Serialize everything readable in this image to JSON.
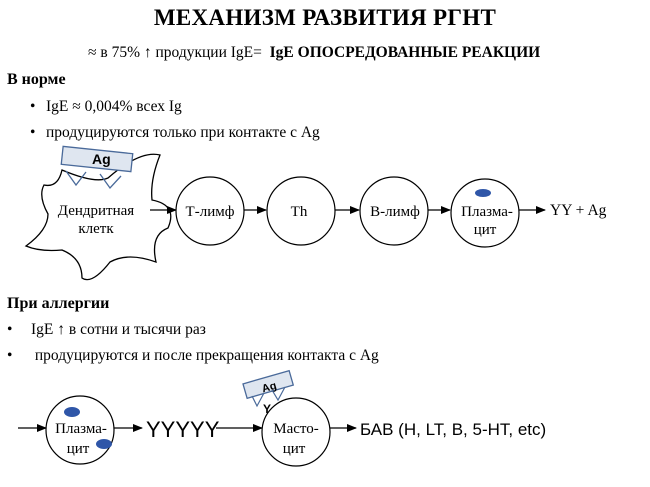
{
  "slide": {
    "title": "МЕХАНИЗМ РАЗВИТИЯ РГНТ",
    "subtitle_prefix": "≈ в 75% ↑ продукции IgE=",
    "subtitle_bold": "IgE ОПОСРЕДОВАННЫЕ РЕАКЦИИ"
  },
  "normal": {
    "heading": "В норме",
    "items": [
      "IgE ≈ 0,004% всех Ig",
      "продуцируются только при контакте с Ag"
    ],
    "antigen_label": "Ag",
    "chain": [
      {
        "line1": "Дендритная",
        "line2": "клетк"
      },
      {
        "line1": "Т-лимф"
      },
      {
        "line1": "Th"
      },
      {
        "line1": "В-лимф"
      },
      {
        "line1": "Плазма-",
        "line2": "цит"
      }
    ],
    "output": "YY + Ag"
  },
  "allergy": {
    "heading": "При аллергии",
    "items": [
      "IgE  ↑  в сотни и тысячи раз",
      " продуцируются и после прекращения контакта с Ag"
    ],
    "plasma": {
      "line1": "Плазма-",
      "line2": "цит"
    },
    "antibodies": "YYYYY",
    "antigen_label": "Ag",
    "receptor_marks": "Y  Y",
    "mast": {
      "line1": "Масто-",
      "line2": "цит"
    },
    "output": "БАВ (H, LT, B, 5-HT, etc)"
  },
  "colors": {
    "antigen_fill": "#dfe6f0",
    "antigen_stroke": "#4a6a9a",
    "granule": "#2f56a8",
    "arrow": "#000000"
  }
}
